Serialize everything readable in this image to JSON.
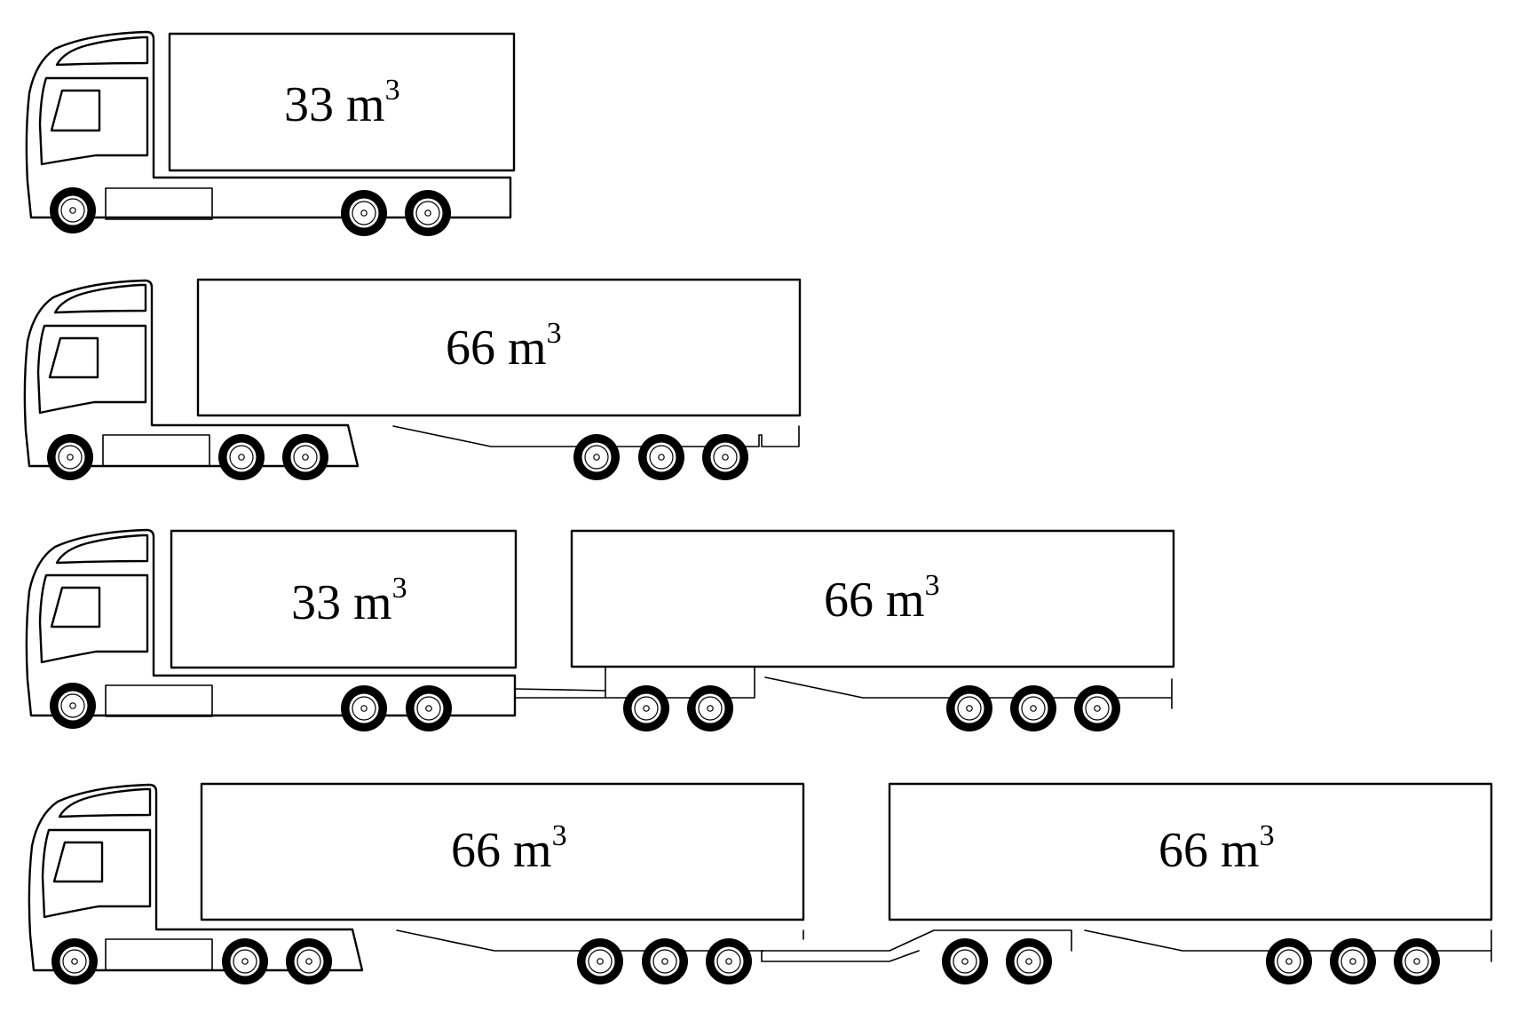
{
  "colors": {
    "line": "#000000",
    "background": "#ffffff"
  },
  "configurations": [
    {
      "id": "rigid-truck",
      "units": [
        {
          "kind": "truck-body",
          "volume": "33 m",
          "exponent": "3"
        }
      ]
    },
    {
      "id": "tractor-semitrailer",
      "units": [
        {
          "kind": "semitrailer",
          "volume": "66 m",
          "exponent": "3"
        }
      ]
    },
    {
      "id": "truck-dolly-semitrailer",
      "units": [
        {
          "kind": "truck-body",
          "volume": "33 m",
          "exponent": "3"
        },
        {
          "kind": "semitrailer",
          "volume": "66 m",
          "exponent": "3"
        }
      ]
    },
    {
      "id": "b-double",
      "units": [
        {
          "kind": "semitrailer",
          "volume": "66 m",
          "exponent": "3"
        },
        {
          "kind": "semitrailer",
          "volume": "66 m",
          "exponent": "3"
        }
      ]
    }
  ]
}
